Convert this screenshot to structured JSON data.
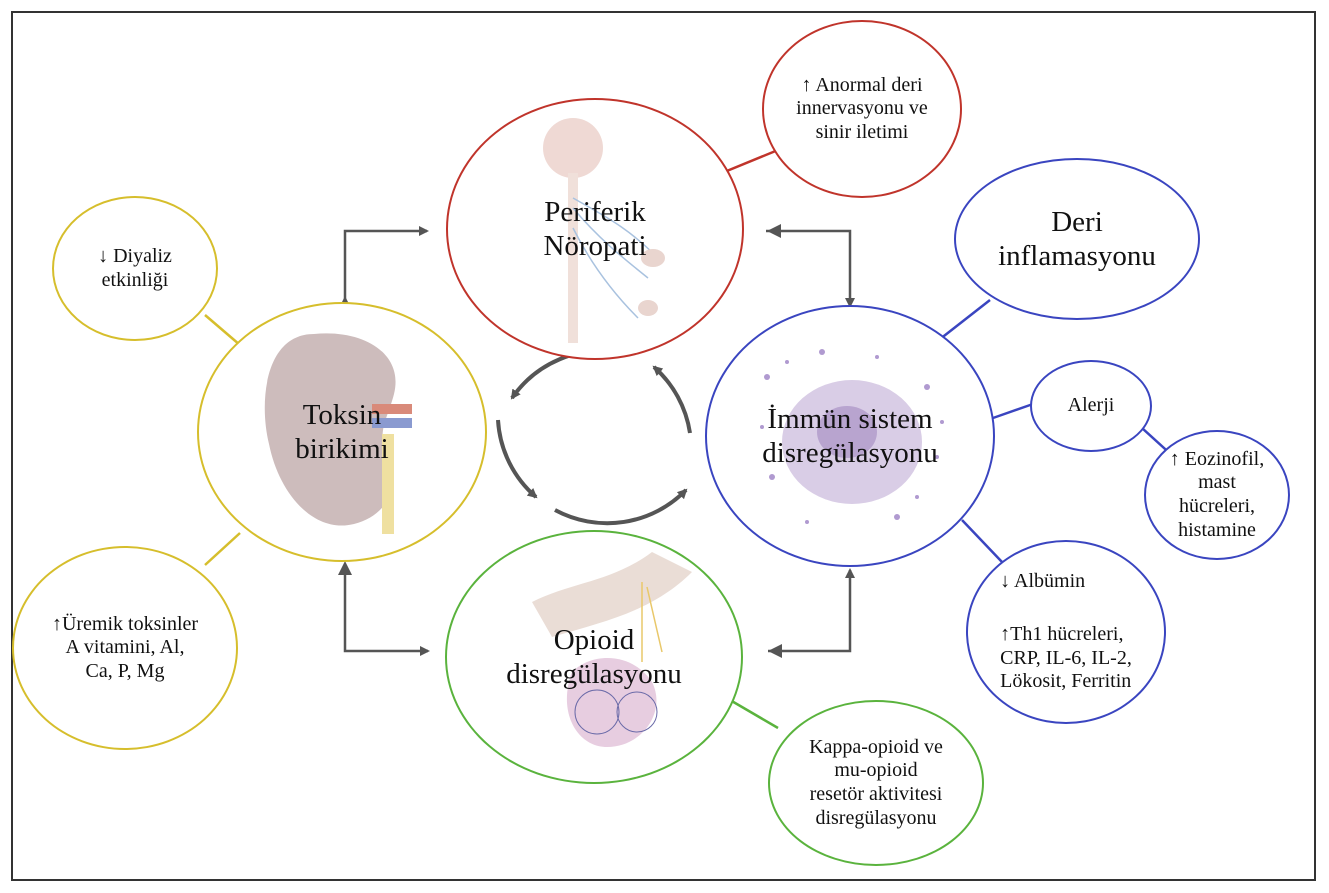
{
  "nodes": {
    "peripheral_neuropathy": "Periferik\nNöropati",
    "abnormal_innervation": "↑ Anormal deri\ninnervasyonu ve\nsinir iletimi",
    "skin_inflammation": "Deri\ninflamasyonu",
    "immune_dysregulation": "İmmün sistem\ndisregülasyonu",
    "allergy": "Alerji",
    "eosinophil": "↑ Eozinofil,\nmast\nhücreleri,\nhistamine",
    "albumin_line": "↓ Albümin",
    "th1_line": "↑Th1 hücreleri,\nCRP, IL-6, IL-2,\nLökosit, Ferritin",
    "dialysis": "↓ Diyaliz\netkinliği",
    "toxin_accumulation": "Toksin\nbirikimi",
    "uremic_toxins": "↑Üremik toksinler\nA vitamini, Al,\nCa, P, Mg",
    "opioid_dysregulation": "Opioid\ndisregülasyonu",
    "kappa_mu": "Kappa-opioid ve\nmu-opioid\nresetör aktivitesi\ndisregülasyonu"
  },
  "colors": {
    "red": "#c0342b",
    "blue": "#3a45c0",
    "yellow": "#d6be2c",
    "green": "#5ab33d",
    "arrow": "#555555"
  }
}
